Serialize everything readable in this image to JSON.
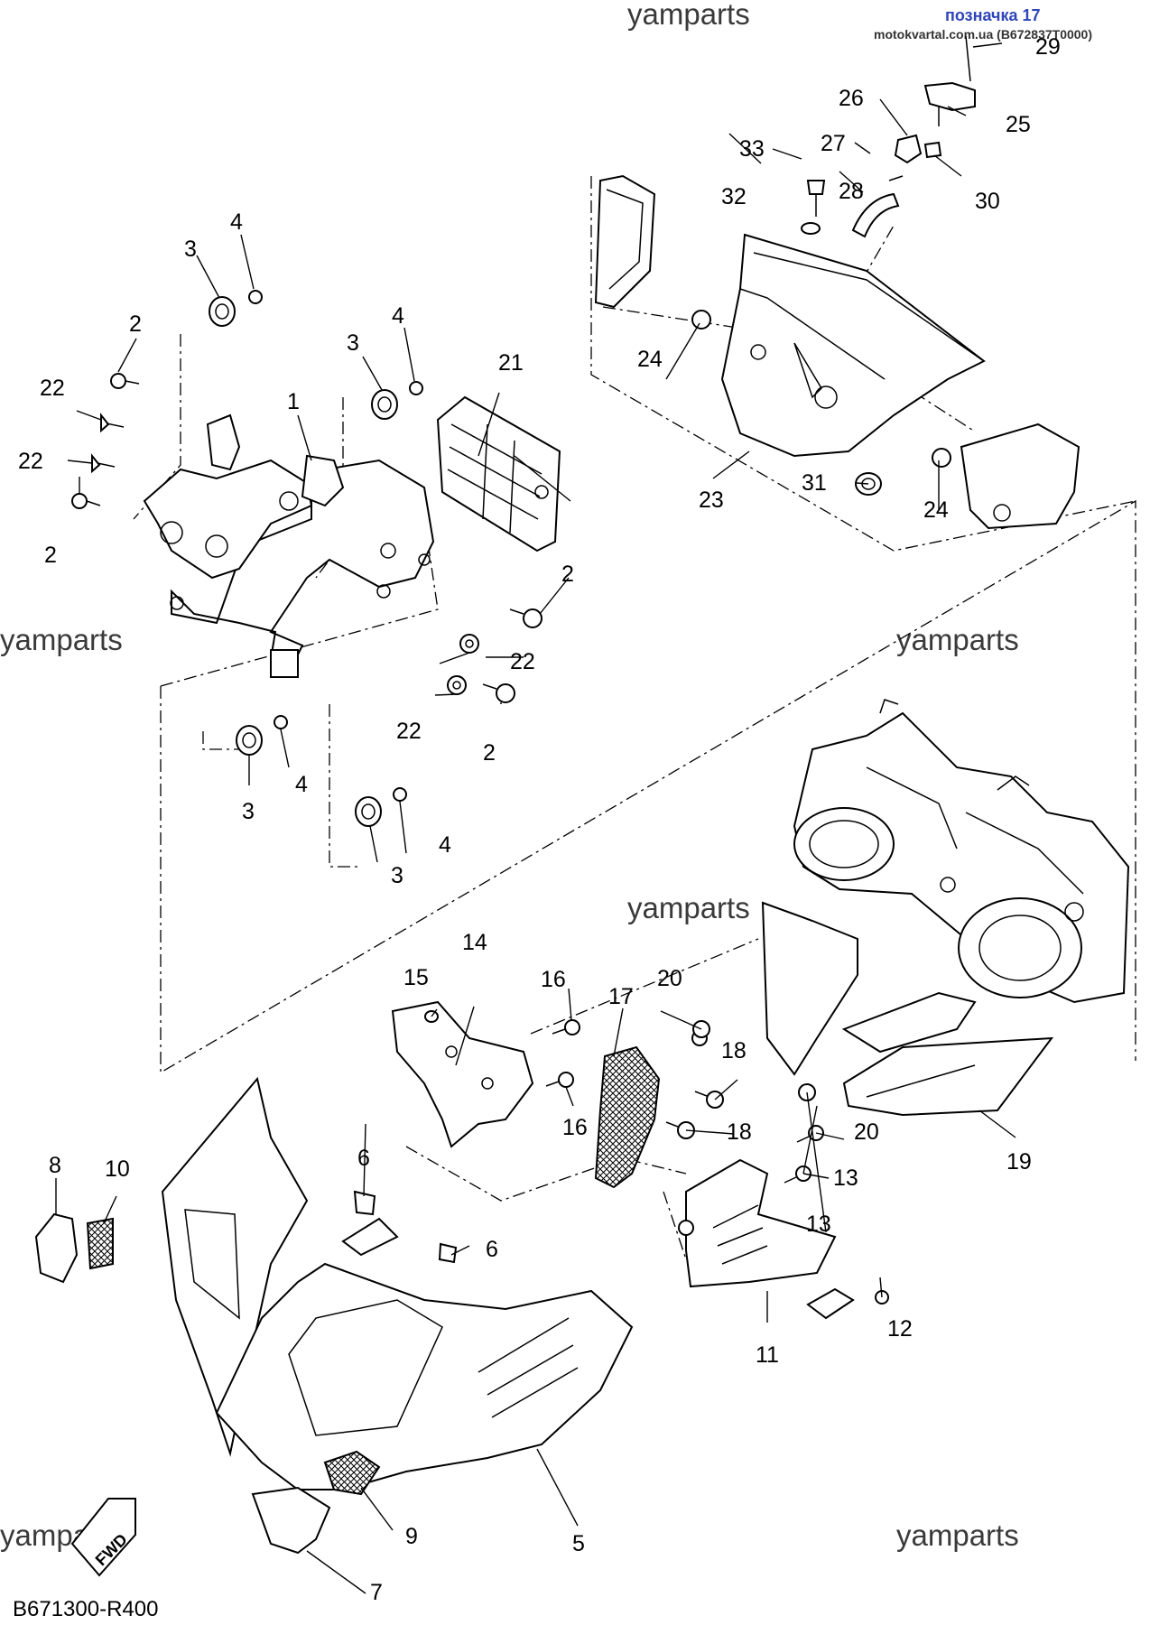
{
  "watermarks": [
    "yamparts",
    "yamparts",
    "yamparts",
    "yamparts",
    "yamparts",
    "yamparts"
  ],
  "header_note": {
    "tag": "позначка 17",
    "site": "motokvartal.com.ua (B672837T0000)"
  },
  "diagram_code": "B671300-R400",
  "fwd_label": "FWD",
  "callouts": {
    "c1": "1",
    "c2a": "2",
    "c2b": "2",
    "c2c": "2",
    "c2d": "2",
    "c3a": "3",
    "c3b": "3",
    "c3c": "3",
    "c3d": "3",
    "c4a": "4",
    "c4b": "4",
    "c4c": "4",
    "c4d": "4",
    "c5": "5",
    "c6a": "6",
    "c6b": "6",
    "c7": "7",
    "c8": "8",
    "c9": "9",
    "c10": "10",
    "c11": "11",
    "c12": "12",
    "c13a": "13",
    "c13b": "13",
    "c14": "14",
    "c15": "15",
    "c16a": "16",
    "c16b": "16",
    "c17": "17",
    "c18a": "18",
    "c18b": "18",
    "c19": "19",
    "c20a": "20",
    "c20b": "20",
    "c21": "21",
    "c22a": "22",
    "c22b": "22",
    "c22c": "22",
    "c22d": "22",
    "c23": "23",
    "c24a": "24",
    "c24b": "24",
    "c25": "25",
    "c26": "26",
    "c27": "27",
    "c28": "28",
    "c29": "29",
    "c30": "30",
    "c31": "31",
    "c32": "32",
    "c33": "33"
  }
}
